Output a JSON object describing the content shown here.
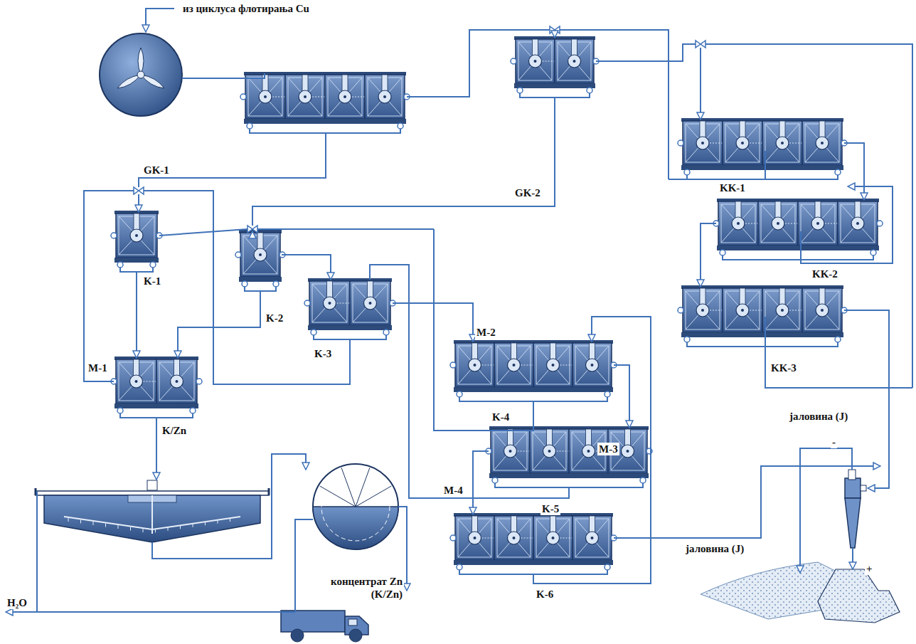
{
  "diagram": {
    "labels": [
      "из циклуса флотирања Cu",
      "GK-1",
      "GK-2",
      "KK-1",
      "KK-2",
      "K-1",
      "K-2",
      "K-3",
      "M-1",
      "M-2",
      "K-4",
      "M-3",
      "KK-3",
      "јаловина (Ј)",
      "M-4",
      "K-5",
      "K/Zn",
      "јаловина (Ј)",
      "-",
      "+",
      "H₂O",
      "концентрат Zn (K/Zn)",
      "K-6"
    ]
  }
}
